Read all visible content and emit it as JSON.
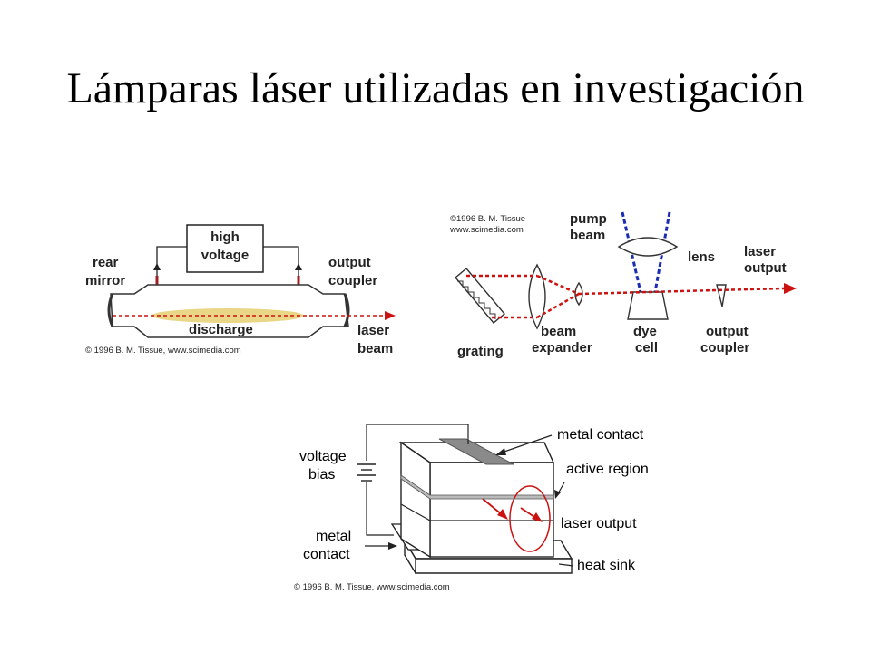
{
  "title": "Lámparas láser utilizadas en investigación",
  "gas_laser": {
    "high_voltage_1": "high",
    "high_voltage_2": "voltage",
    "rear_mirror_1": "rear",
    "rear_mirror_2": "mirror",
    "output_coupler_1": "output",
    "output_coupler_2": "coupler",
    "discharge": "discharge",
    "laser_beam_1": "laser",
    "laser_beam_2": "beam",
    "copyright": "© 1996 B. M. Tissue, www.scimedia.com"
  },
  "dye_laser": {
    "copyright_1": "©1996 B. M. Tissue",
    "copyright_2": "www.scimedia.com",
    "pump_beam_1": "pump",
    "pump_beam_2": "beam",
    "lens": "lens",
    "laser_output_1": "laser",
    "laser_output_2": "output",
    "grating": "grating",
    "beam_expander_1": "beam",
    "beam_expander_2": "expander",
    "dye_cell_1": "dye",
    "dye_cell_2": "cell",
    "output_coupler_1": "output",
    "output_coupler_2": "coupler"
  },
  "diode_laser": {
    "metal_contact_top": "metal contact",
    "voltage_bias_1": "voltage",
    "voltage_bias_2": "bias",
    "active_region": "active region",
    "laser_output": "laser output",
    "metal_contact_1": "metal",
    "metal_contact_2": "contact",
    "heat_sink": "heat sink",
    "copyright": "© 1996 B. M. Tissue, www.scimedia.com"
  },
  "colors": {
    "beam": "#cc1111",
    "pump": "#1a2db0",
    "discharge": "#e8d27a",
    "contact": "#8a8a8a"
  }
}
